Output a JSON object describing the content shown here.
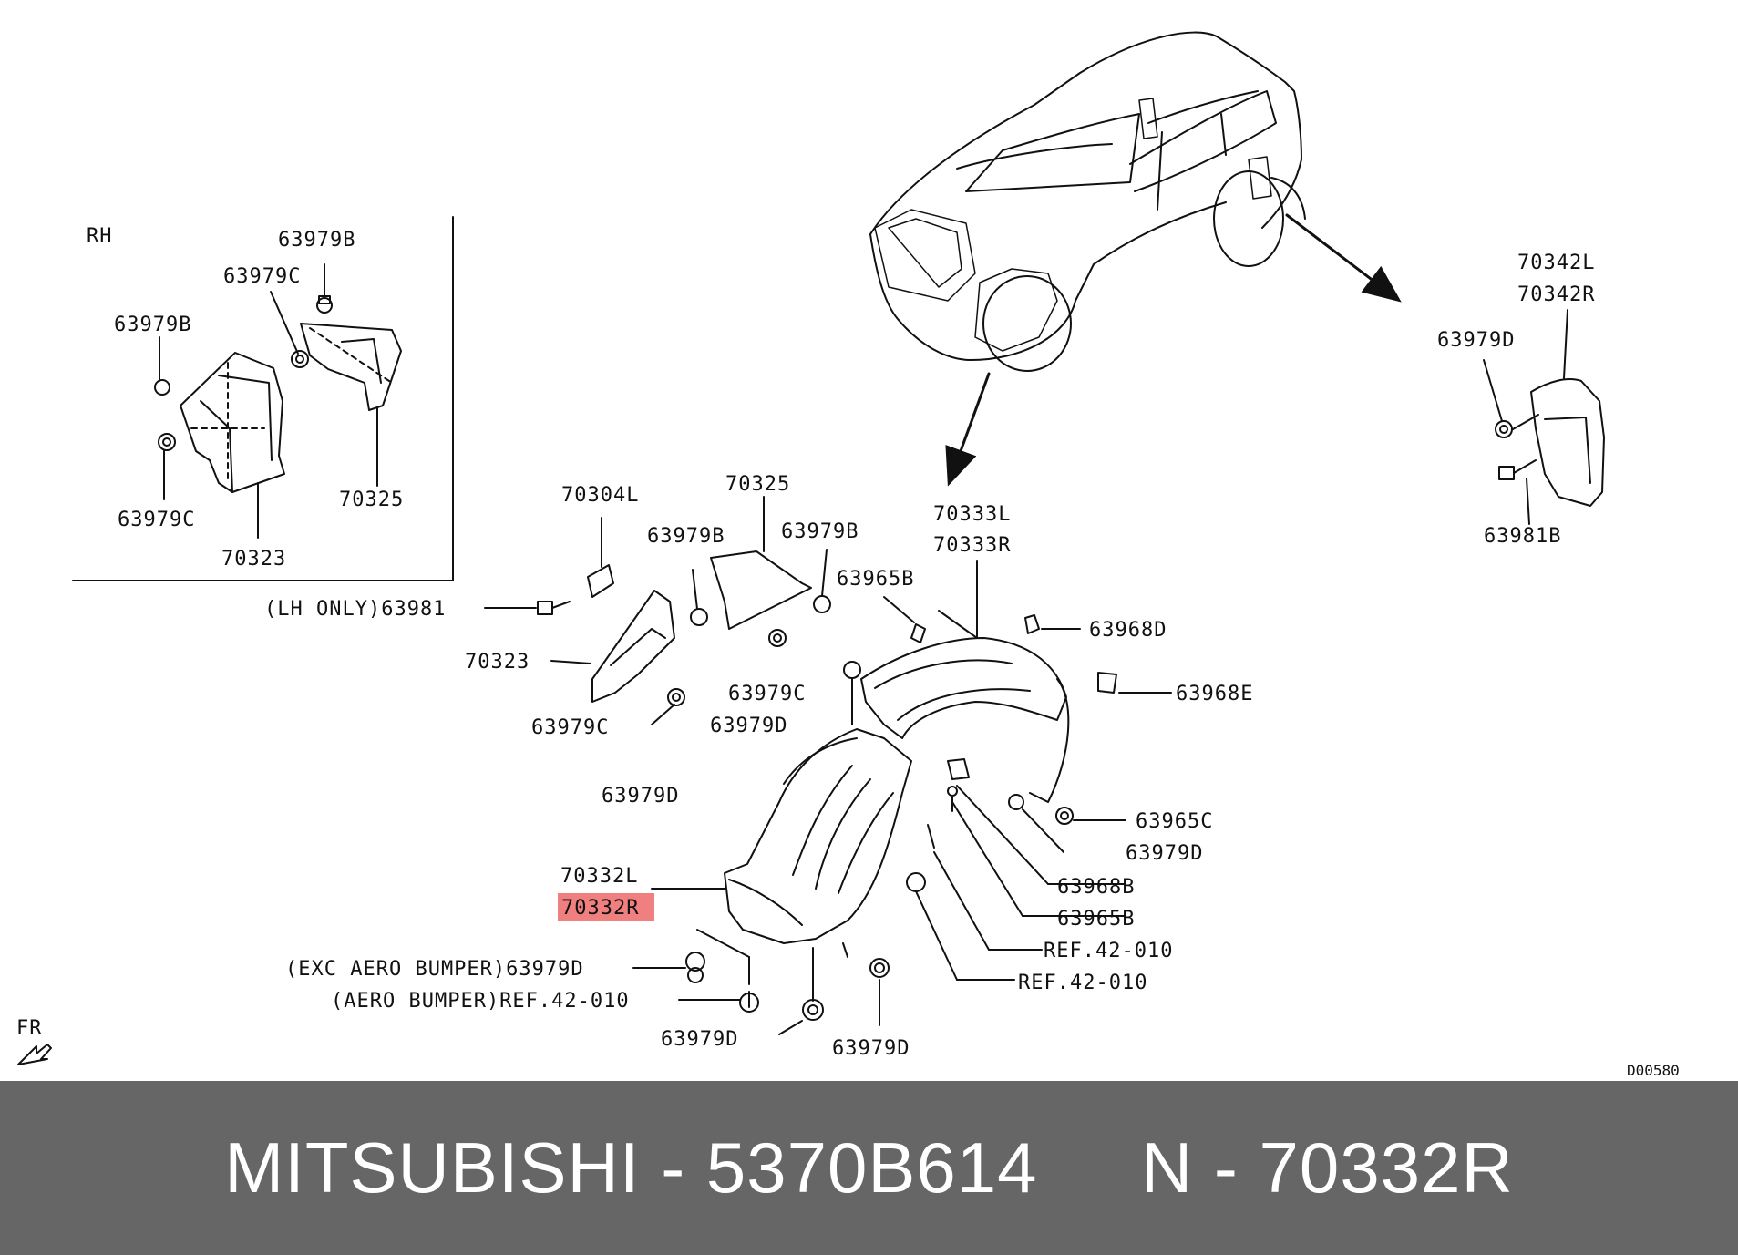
{
  "inset": {
    "title": "RH",
    "labels": {
      "b_top": "63979B",
      "c_top": "63979C",
      "b_left": "63979B",
      "c_bottom": "63979C",
      "p70323": "70323",
      "p70325": "70325"
    }
  },
  "main": {
    "labels": {
      "p70304L": "70304L",
      "p70325": "70325",
      "b1": "63979B",
      "b2": "63979B",
      "p63965B_top": "63965B",
      "p70333L": "70333L",
      "p70333R": "70333R",
      "p63968D": "63968D",
      "lh_only": "(LH ONLY)63981",
      "p70323": "70323",
      "p63968E": "63968E",
      "c1": "63979C",
      "c2": "63979C",
      "d_top": "63979D",
      "d_left": "63979D",
      "p63965C": "63965C",
      "d_right": "63979D",
      "p70332L": "70332L",
      "p70332R": "70332R",
      "p63968B": "63968B",
      "p63965B_bot": "63965B",
      "ref1": "REF.42-010",
      "exc_aero": "(EXC AERO BUMPER)63979D",
      "ref2": "REF.42-010",
      "aero": "(AERO BUMPER)REF.42-010",
      "d_bot_left": "63979D",
      "d_bot_right": "63979D"
    }
  },
  "rear": {
    "labels": {
      "p70342L": "70342L",
      "p70342R": "70342R",
      "p63979D": "63979D",
      "p63981B": "63981B"
    }
  },
  "fr_label": "FR",
  "diagram_code": "D00580",
  "highlight_color": "#f08080",
  "footer": {
    "text": "MITSUBISHI - 5370B614     N - 70332R"
  }
}
